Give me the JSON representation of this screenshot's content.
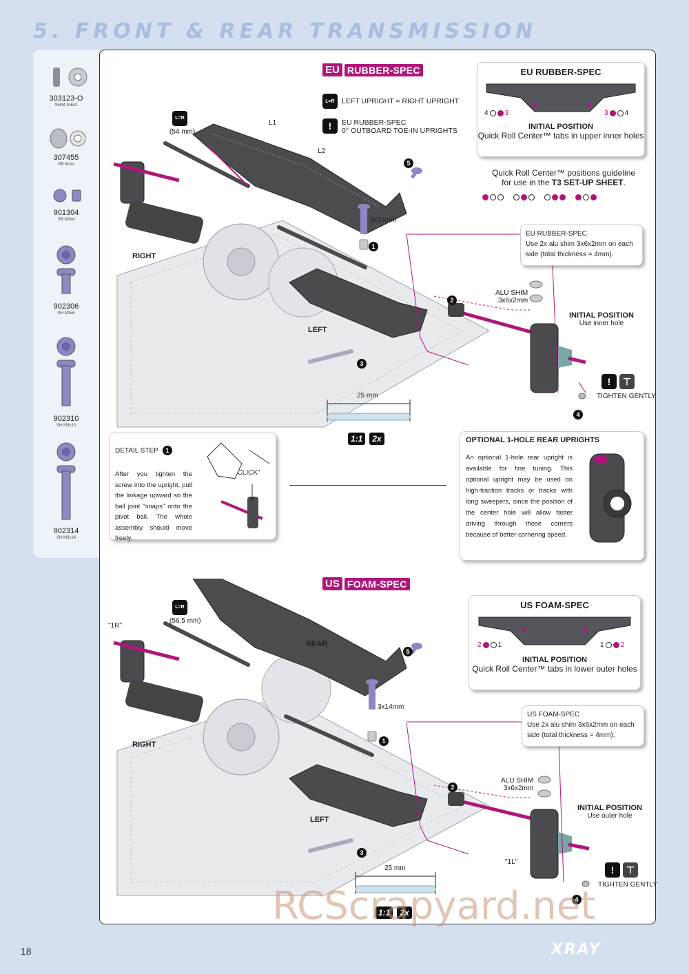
{
  "page": {
    "title": "5. FRONT & REAR TRANSMISSION",
    "number": "18",
    "logo": "XRAY",
    "watermark": "RCScrapyard.net"
  },
  "parts": [
    {
      "code": "303123-O",
      "desc": "SHIM 3x6x2"
    },
    {
      "code": "307455",
      "desc": "PB 5mm"
    },
    {
      "code": "901304",
      "desc": "SB M3x4"
    },
    {
      "code": "902306",
      "desc": "SH M3x6"
    },
    {
      "code": "902310",
      "desc": "SH M3x10"
    },
    {
      "code": "902314",
      "desc": "SH M3x14"
    }
  ],
  "eu": {
    "tag_code": "EU",
    "tag_name": "RUBBER-SPEC",
    "note1": "LEFT UPRIGHT = RIGHT UPRIGHT",
    "note2a": "EU RUBBER-SPEC",
    "note2b": "0° OUTBOARD TOE-IN UPRIGHTS",
    "lr_label": "L=R",
    "link_len": "(54 mm)",
    "l1": "L1",
    "l2": "L2",
    "right": "RIGHT",
    "left": "LEFT",
    "screw": "3x14mm",
    "alu_shim_a": "ALU SHIM",
    "alu_shim_b": "3x6x2mm",
    "init_pos": "INITIAL POSITION",
    "init_hole": "Use inner hole",
    "tighten": "TIGHTEN GENTLY",
    "pin_len": "25 mm",
    "scale1": "1:1",
    "scale2": "2x",
    "callout_title": "EU RUBBER-SPEC",
    "callout_init": "INITIAL POSITION",
    "callout_desc": "Quick Roll Center™ tabs in upper inner holes",
    "guideline_a": "Quick Roll Center™ positions guideline",
    "guideline_b": "for use in the",
    "guideline_c": "T3 SET-UP SHEET",
    "shim_title": "EU RUBBER-SPEC",
    "shim_text": "Use 2x alu shim 3x6x2mm on each side (total thickness = 4mm)."
  },
  "detail": {
    "title": "DETAIL STEP",
    "click": "\"CLICK\"",
    "text": "After you tighten the screw into the upright, pull the linkage upward so the ball joint \"snaps\" onto the pivot ball. The whole assembly should move freely."
  },
  "optional": {
    "title": "OPTIONAL 1-HOLE REAR UPRIGHTS",
    "text": "An optional 1-hole rear upright is available for fine tuning. This optional upright may be used on high-traction tracks or tracks with long sweepers, since the position of the center hole will allow faster driving through those corners because of better cornering speed."
  },
  "us": {
    "tag_code": "US",
    "tag_name": "FOAM-SPEC",
    "lr_label": "L=R",
    "link_len": "(56.5 mm)",
    "one_r": "\"1R\"",
    "one_l": "\"1L\"",
    "rear": "REAR",
    "right": "RIGHT",
    "left": "LEFT",
    "screw": "3x14mm",
    "alu_shim_a": "ALU SHIM",
    "alu_shim_b": "3x6x2mm",
    "init_pos": "INITIAL POSITION",
    "init_hole": "Use outer hole",
    "tighten": "TIGHTEN GENTLY",
    "pin_len": "25 mm",
    "scale1": "1:1",
    "scale2": "2x",
    "callout_title": "US FOAM-SPEC",
    "callout_init": "INITIAL POSITION",
    "callout_desc": "Quick Roll Center™ tabs in lower outer holes",
    "shim_title": "US FOAM-SPEC",
    "shim_text": "Use 2x alu shim 3x6x2mm on each side (total thickness = 4mm)."
  },
  "steps": {
    "s1": "1",
    "s2": "2",
    "s3": "3",
    "s4": "4",
    "s5": "5"
  },
  "qrc_digits": {
    "d1": "1",
    "d2": "2",
    "d3": "3",
    "d4": "4"
  },
  "colors": {
    "accent": "#b0167a",
    "panel_bg": "#d4dff0",
    "dark": "#111111"
  }
}
